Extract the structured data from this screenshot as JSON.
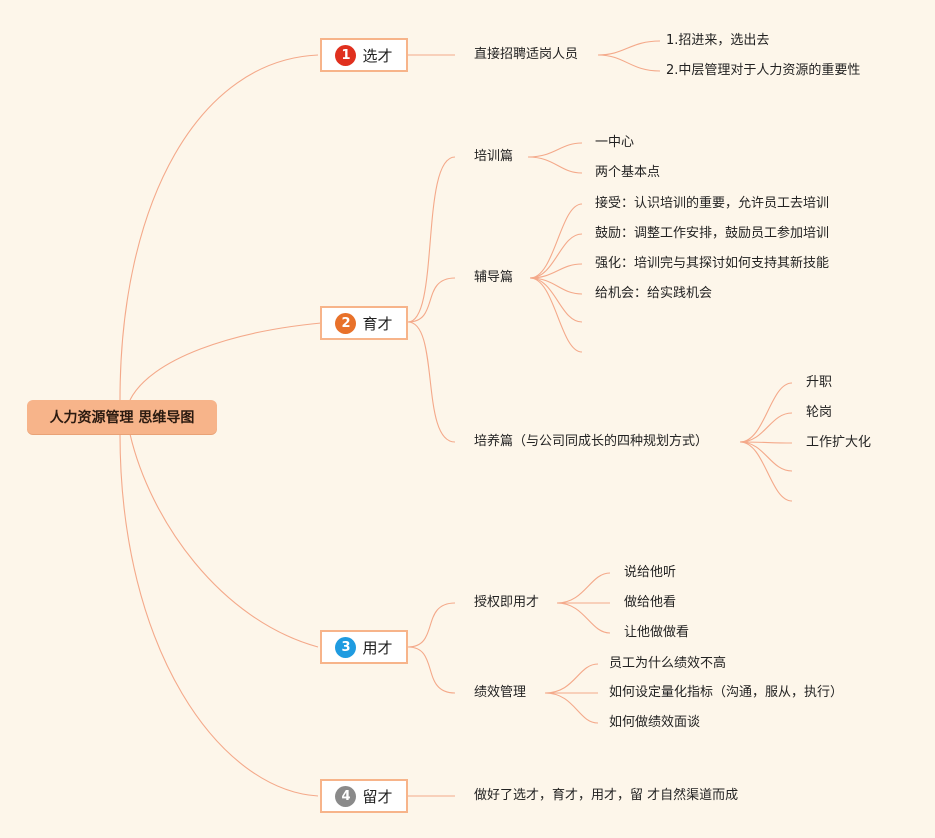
{
  "root": "人力资源管理 思维导图",
  "branches": [
    {
      "num": "1",
      "label": "选才",
      "color": "#e0301e"
    },
    {
      "num": "2",
      "label": "育才",
      "color": "#e8712a"
    },
    {
      "num": "3",
      "label": "用才",
      "color": "#1f9be0"
    },
    {
      "num": "4",
      "label": "留才",
      "color": "#8a8a8a"
    }
  ],
  "b1": {
    "sub": "直接招聘适岗人员",
    "items": [
      "1.招进来，选出去",
      "2.中层管理对于人力资源的重要性"
    ]
  },
  "b2": {
    "training": {
      "label": "培训篇",
      "items": [
        "一中心",
        "两个基本点"
      ]
    },
    "coaching": {
      "label": "辅导篇",
      "items": [
        "接受：认识培训的重要，允许员工去培训",
        "鼓励：调整工作安排，鼓励员工参加培训",
        "强化：培训完与其探讨如何支持其新技能",
        "给机会：给实践机会"
      ]
    },
    "cultivate": {
      "label": "培养篇（与公司同成长的四种规划方式）",
      "items": [
        "升职",
        "轮岗",
        "工作扩大化"
      ]
    }
  },
  "b3": {
    "empower": {
      "label": "授权即用才",
      "items": [
        "说给他听",
        "做给他看",
        "让他做做看"
      ]
    },
    "perf": {
      "label": "绩效管理",
      "items": [
        "员工为什么绩效不高",
        "如何设定量化指标（沟通，服从，执行）",
        "如何做绩效面谈"
      ]
    }
  },
  "b4": {
    "sub": "做好了选才，育才，用才，留 才自然渠道而成"
  }
}
